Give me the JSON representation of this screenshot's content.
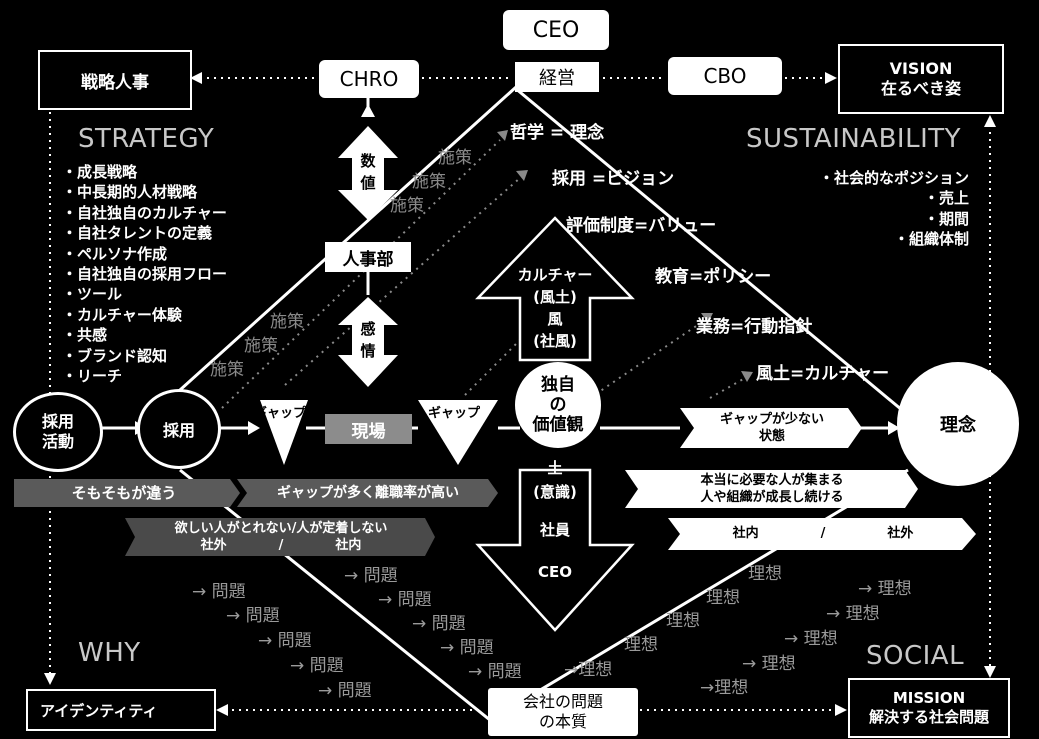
{
  "nodes": {
    "ceo": "CEO",
    "keiei": "経営",
    "chro": "CHRO",
    "cbo": "CBO",
    "senryaku_jinji": "戦略人事",
    "vision": [
      "VISION",
      "在るべき姿"
    ],
    "jinjibu": "人事部",
    "genba": "現場",
    "saiyo_katsudo": [
      "採用",
      "活動"
    ],
    "saiyo": "採用",
    "rinen": "理念",
    "dokuji": [
      "独自",
      "の",
      "価値観"
    ],
    "identity": "アイデンティティ",
    "mission": [
      "MISSION",
      "解決する社会問題"
    ],
    "kaisha_mondai": [
      "会社の問題",
      "の本質"
    ]
  },
  "headings": {
    "strategy": "STRATEGY",
    "sustainability": "SUSTAINABILITY",
    "why": "WHY",
    "social": "SOCIAL"
  },
  "strategy_items": [
    "成長戦略",
    "中長期的人材戦略",
    "自社独自のカルチャー",
    "自社タレントの定義",
    "ペルソナ作成",
    "自社独自の採用フロー",
    "ツール",
    "カルチャー体験",
    "共感",
    "ブランド認知",
    "リーチ"
  ],
  "sustainability_items": [
    "社会的なポジション",
    "売上",
    "期間",
    "組織体制"
  ],
  "equations": [
    "哲学 = 理念",
    "採用 =ビジョン",
    "評価制度=バリュー",
    "教育=ポリシー",
    "業務=行動指針",
    "風土=カルチャー"
  ],
  "shisaku": "施策",
  "vertical_arrows": {
    "top": [
      "数",
      "値"
    ],
    "bottom": [
      "感",
      "情"
    ]
  },
  "gap": "ギャップ",
  "central_arrow": {
    "up": [
      "カルチャー",
      "(風土)",
      "風",
      "(社風)"
    ],
    "down": [
      "土",
      "(意識)",
      "社員",
      "CEO"
    ]
  },
  "banners": {
    "sosomo": "そもそもが違う",
    "gap_high": "ギャップが多く離職率が高い",
    "hoshii": "欲しい人がとれない/人が定着しない",
    "shagai_left": "社外",
    "slash": "/",
    "shanai_left": "社内",
    "gap_small": [
      "ギャップが少ない",
      "状態"
    ],
    "hontou": [
      "本当に必要な人が集まる",
      "人や組織が成長し続ける"
    ],
    "shanai_right": "社内",
    "shagai_right": "社外"
  },
  "problem_label": "→ 問題",
  "ideal_label": "理想",
  "ideal_arrow_label": "→理想",
  "ideal_arrow_label_spaced": "→ 理想"
}
